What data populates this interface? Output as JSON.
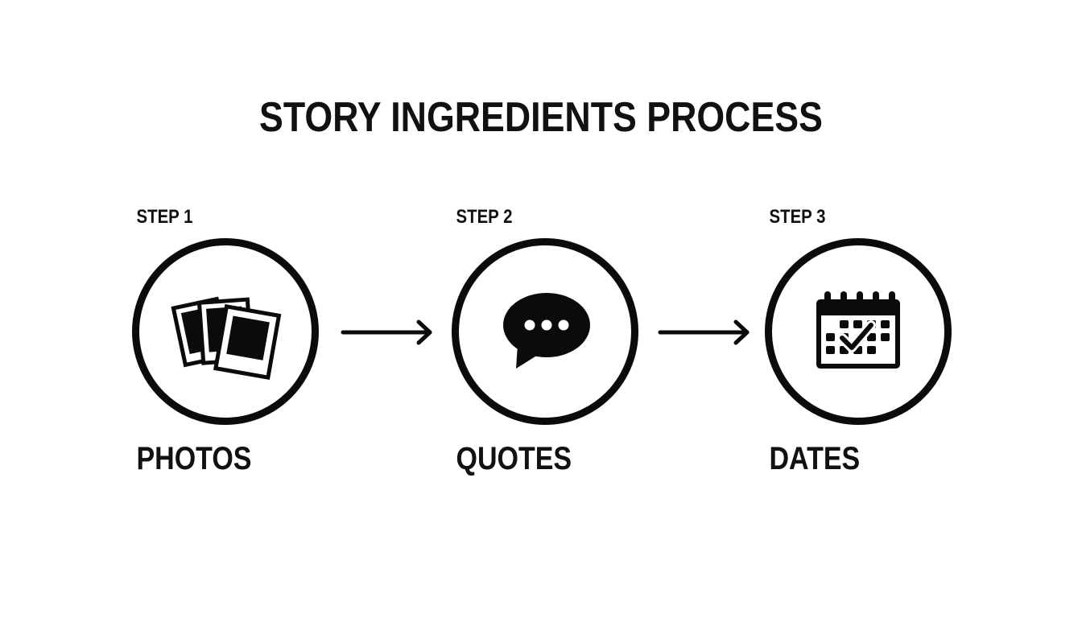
{
  "title": "STORY INGREDIENTS PROCESS",
  "steps": [
    {
      "label": "STEP 1",
      "name": "PHOTOS",
      "icon": "photos-icon"
    },
    {
      "label": "STEP 2",
      "name": "QUOTES",
      "icon": "speech-bubble-icon"
    },
    {
      "label": "STEP 3",
      "name": "DATES",
      "icon": "calendar-check-icon"
    }
  ],
  "colors": {
    "stroke": "#0b0b0b",
    "background": "#ffffff"
  }
}
